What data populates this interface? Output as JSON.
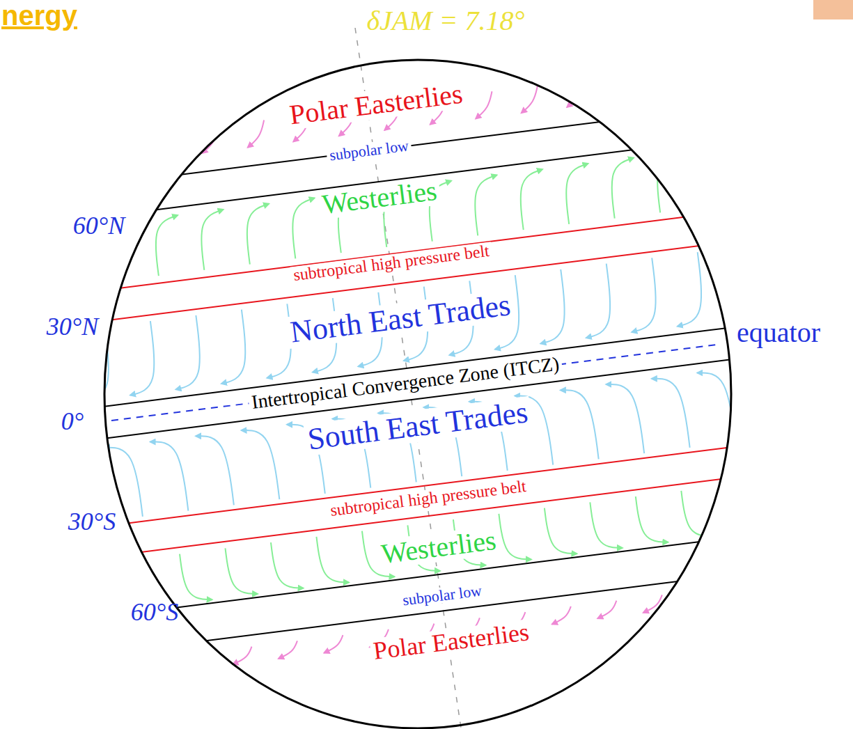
{
  "diagram": {
    "title": "nergy",
    "labels": [
      "δJAM = 7.18°",
      "Polar Easterlies",
      "subpolar low",
      "Westerlies",
      "subtropical high pressure belt",
      "North East Trades",
      "Intertropical Convergence Zone (ITCZ)",
      "South East Trades",
      "subtropical high pressure belt",
      "Westerlies",
      "subpolar low",
      "Polar Easterlies",
      "60°N",
      "30°N",
      "0°",
      "30°S",
      "60°S",
      "equator"
    ]
  }
}
